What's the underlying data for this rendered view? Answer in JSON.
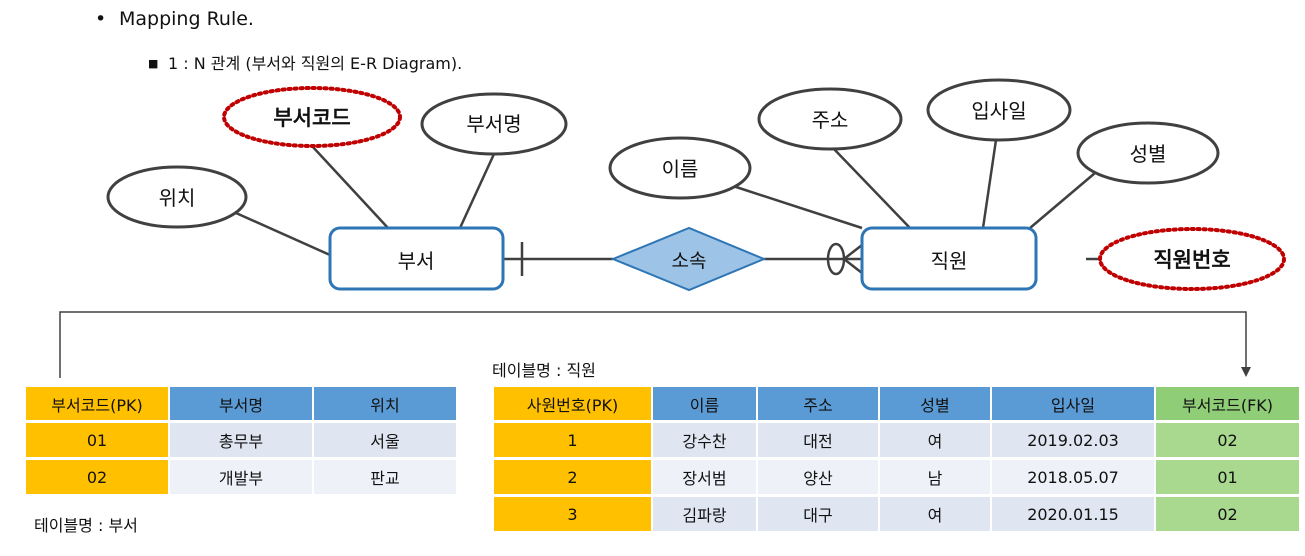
{
  "heading": {
    "bullet": "•",
    "title": "Mapping Rule.",
    "sub_bullet": "■",
    "subtitle": "1 : N 관계 (부서와 직원의 E-R Diagram)."
  },
  "diagram": {
    "entities": {
      "dept": "부서",
      "emp": "직원"
    },
    "relationship": "소속",
    "attributes": {
      "dept_code": "부서코드",
      "dept_name": "부서명",
      "location": "위치",
      "name": "이름",
      "address": "주소",
      "hire_date": "입사일",
      "gender": "성별",
      "emp_no": "직원번호"
    },
    "colors": {
      "entity_border": "#2e75b6",
      "relationship_fill": "#9dc3e6",
      "key_dots": "#c00000",
      "line": "#404040"
    }
  },
  "dept_table": {
    "caption": "테이블명 : 부서",
    "headers": [
      "부서코드(PK)",
      "부서명",
      "위치"
    ],
    "rows": [
      [
        "01",
        "총무부",
        "서울"
      ],
      [
        "02",
        "개발부",
        "판교"
      ]
    ]
  },
  "emp_table": {
    "caption": "테이블명 : 직원",
    "headers": [
      "사원번호(PK)",
      "이름",
      "주소",
      "성별",
      "입사일",
      "부서코드(FK)"
    ],
    "rows": [
      [
        "1",
        "강수찬",
        "대전",
        "여",
        "2019.02.03",
        "02"
      ],
      [
        "2",
        "장서범",
        "양산",
        "남",
        "2018.05.07",
        "01"
      ],
      [
        "3",
        "김파랑",
        "대구",
        "여",
        "2020.01.15",
        "02"
      ]
    ]
  }
}
